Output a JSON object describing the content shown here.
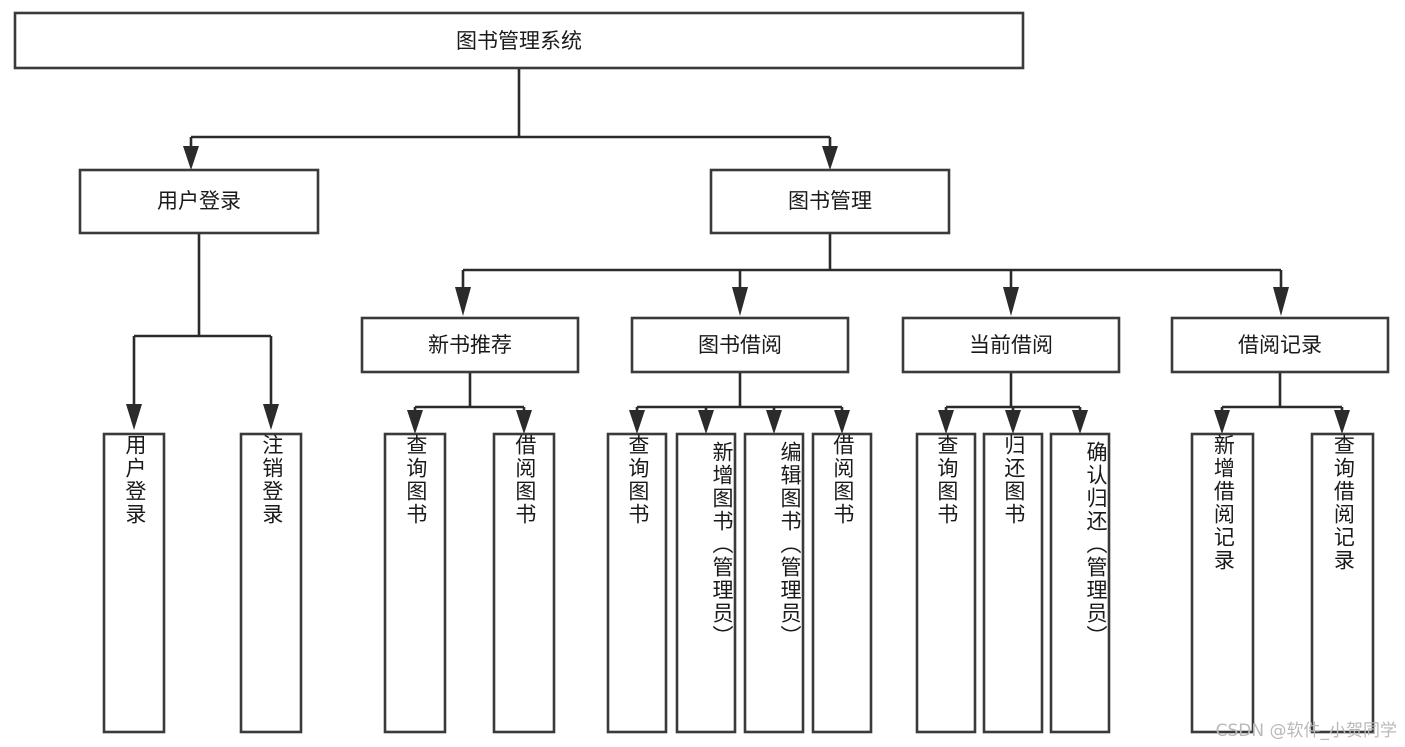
{
  "diagram": {
    "title": "图书管理系统",
    "type": "tree",
    "watermark": "CSDN @软件_小贺同学",
    "nodes": {
      "root": {
        "label": "图书管理系统"
      },
      "level2": [
        {
          "id": "user-login",
          "label": "用户登录"
        },
        {
          "id": "book-management",
          "label": "图书管理"
        }
      ],
      "level3": [
        {
          "id": "new-book-recommend",
          "label": "新书推荐"
        },
        {
          "id": "book-borrow",
          "label": "图书借阅"
        },
        {
          "id": "current-borrow",
          "label": "当前借阅"
        },
        {
          "id": "borrow-record",
          "label": "借阅记录"
        }
      ],
      "leaves": {
        "user_login": [
          {
            "id": "leaf-user-login",
            "label": "用户登录"
          },
          {
            "id": "leaf-logout-login",
            "label": "注销登录"
          }
        ],
        "new_book_recommend": [
          {
            "id": "leaf-query-book-1",
            "label": "查询图书"
          },
          {
            "id": "leaf-borrow-book-1",
            "label": "借阅图书"
          }
        ],
        "book_borrow": [
          {
            "id": "leaf-query-book-2",
            "label": "查询图书"
          },
          {
            "id": "leaf-add-book",
            "label": "新增图书（管理员）"
          },
          {
            "id": "leaf-edit-book",
            "label": "编辑图书（管理员）"
          },
          {
            "id": "leaf-borrow-book-2",
            "label": "借阅图书"
          }
        ],
        "current_borrow": [
          {
            "id": "leaf-query-book-3",
            "label": "查询图书"
          },
          {
            "id": "leaf-return-book",
            "label": "归还图书"
          },
          {
            "id": "leaf-confirm-return",
            "label": "确认归还（管理员）"
          }
        ],
        "borrow_record": [
          {
            "id": "leaf-add-borrow-record",
            "label": "新增借阅记录"
          },
          {
            "id": "leaf-query-borrow-record",
            "label": "查询借阅记录"
          }
        ]
      }
    },
    "colors": {
      "box_stroke": "#3a3a3a",
      "connector": "#2b2b2b",
      "text": "#1a1a1a",
      "background": "#ffffff",
      "watermark": "#b9b9b9"
    }
  }
}
